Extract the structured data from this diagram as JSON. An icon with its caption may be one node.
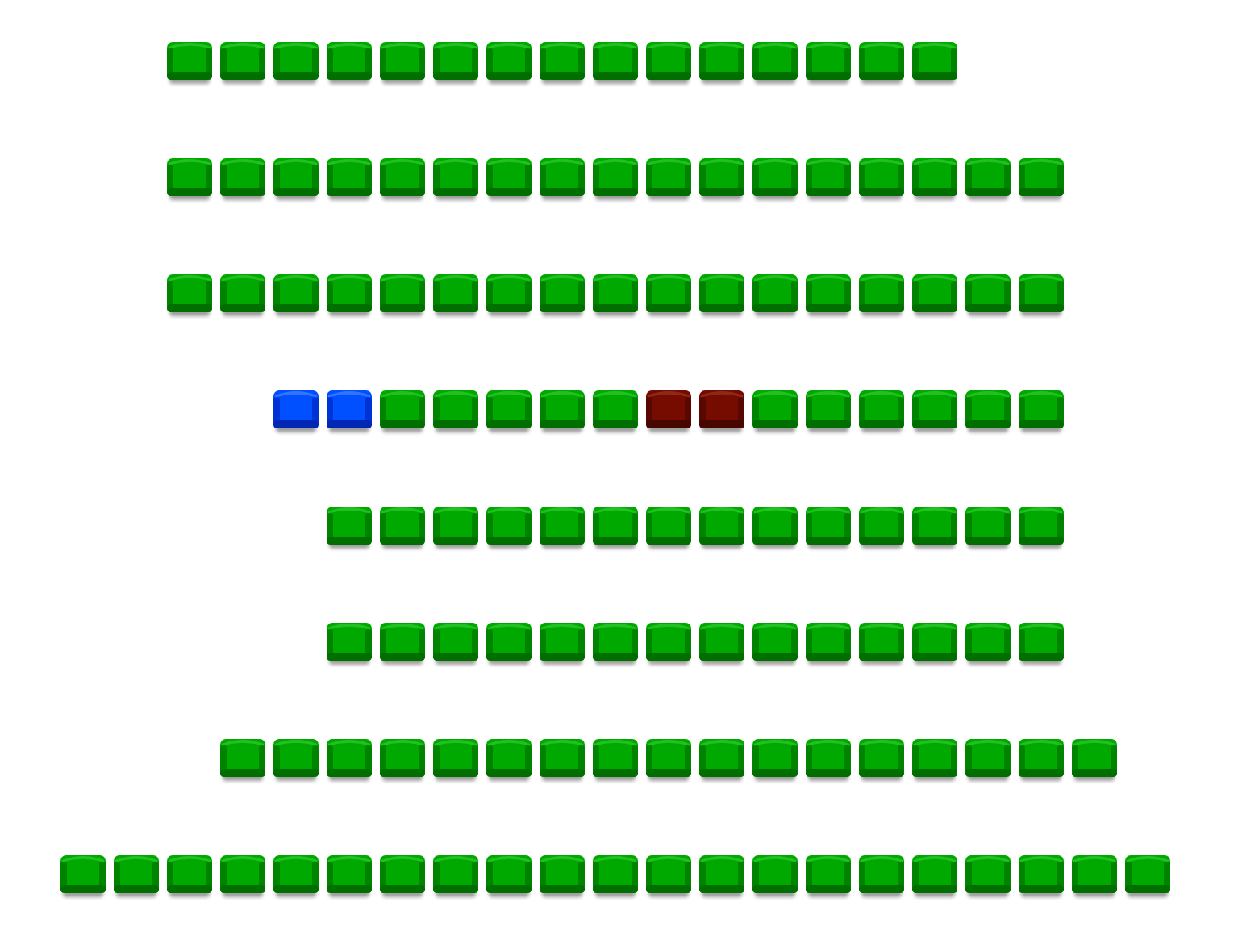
{
  "diagram": {
    "nodes": [
      {
        "text": [],
        "shape": "box"
      },
      {
        "text": [],
        "shape": "box"
      },
      {
        "text": [],
        "shape": "box"
      },
      {
        "text": [],
        "shape": "box"
      },
      {
        "text": [],
        "shape": "box"
      },
      {
        "text": [],
        "shape": "box"
      },
      {
        "text": [],
        "shape": "box"
      },
      {
        "text": [],
        "shape": "box"
      },
      {
        "text": [],
        "shape": "box"
      },
      {
        "text": [],
        "shape": "box"
      },
      {
        "text": [],
        "shape": "box"
      },
      {
        "text": [],
        "shape": "box"
      },
      {
        "text": [],
        "shape": "box"
      },
      {
        "text": [],
        "shape": "box"
      },
      {
        "text": [],
        "shape": "box"
      },
      {
        "text": [],
        "shape": "box"
      },
      {
        "text": [],
        "shape": "box"
      },
      {
        "text": [],
        "shape": "box"
      },
      {
        "text": [],
        "shape": "box"
      },
      {
        "text": [],
        "shape": "box"
      },
      {
        "text": [],
        "shape": "box"
      },
      {
        "text": [],
        "shape": "box"
      },
      {
        "text": [],
        "shape": "box"
      },
      {
        "text": [],
        "shape": "box"
      },
      {
        "text": [],
        "shape": "box"
      },
      {
        "text": [],
        "shape": "box"
      },
      {
        "text": [],
        "shape": "box"
      },
      {
        "text": [],
        "shape": "box"
      },
      {
        "text": [],
        "shape": "box"
      },
      {
        "text": [],
        "shape": "box"
      },
      {
        "text": [],
        "shape": "box"
      },
      {
        "text": [],
        "shape": "box"
      },
      {
        "text": [],
        "shape": "box"
      },
      {
        "text": [],
        "shape": "box"
      },
      {
        "text": [],
        "shape": "box"
      },
      {
        "text": [],
        "shape": "box"
      },
      {
        "text": [],
        "shape": "box"
      },
      {
        "text": [],
        "shape": "box"
      },
      {
        "text": [],
        "shape": "box"
      },
      {
        "text": [],
        "shape": "box"
      },
      {
        "text": [],
        "shape": "box"
      },
      {
        "text": [],
        "shape": "box"
      },
      {
        "text": [],
        "shape": "box"
      },
      {
        "text": [],
        "shape": "box"
      },
      {
        "text": [],
        "shape": "box"
      },
      {
        "text": [],
        "shape": "box"
      },
      {
        "text": [],
        "shape": "box"
      },
      {
        "text": [],
        "shape": "box"
      },
      {
        "text": [],
        "shape": "box"
      },
      {
        "text": [],
        "shape": "box"
      },
      {
        "text": [],
        "shape": "box"
      },
      {
        "text": [],
        "shape": "box"
      },
      {
        "text": [],
        "shape": "box"
      },
      {
        "text": [],
        "shape": "box"
      },
      {
        "text": [],
        "shape": "box"
      },
      {
        "text": [],
        "shape": "box"
      },
      {
        "text": [],
        "shape": "box"
      },
      {
        "text": [],
        "shape": "box"
      },
      {
        "text": [],
        "shape": "box"
      },
      {
        "text": [],
        "shape": "box"
      },
      {
        "text": [],
        "shape": "box"
      },
      {
        "text": [],
        "shape": "box"
      },
      {
        "text": [],
        "shape": "box"
      },
      {
        "text": [],
        "shape": "box"
      },
      {
        "text": [],
        "shape": "box"
      },
      {
        "text": [],
        "shape": "box"
      },
      {
        "text": [],
        "shape": "box"
      },
      {
        "text": [],
        "shape": "box"
      },
      {
        "text": [],
        "shape": "box"
      },
      {
        "text": [],
        "shape": "box"
      },
      {
        "text": [],
        "shape": "box"
      },
      {
        "text": [],
        "shape": "box"
      },
      {
        "text": [],
        "shape": "box"
      },
      {
        "text": [],
        "shape": "box"
      },
      {
        "text": [],
        "shape": "box"
      },
      {
        "text": [],
        "shape": "box"
      },
      {
        "text": [],
        "shape": "box"
      },
      {
        "text": [],
        "shape": "box"
      },
      {
        "text": [],
        "shape": "box"
      },
      {
        "text": [],
        "shape": "box"
      },
      {
        "text": [],
        "shape": "box"
      },
      {
        "text": [],
        "shape": "box"
      },
      {
        "text": [],
        "shape": "box"
      },
      {
        "text": [],
        "shape": "box"
      },
      {
        "text": [],
        "shape": "box"
      },
      {
        "text": [],
        "shape": "box"
      },
      {
        "text": [],
        "shape": "box"
      },
      {
        "text": [],
        "shape": "box"
      },
      {
        "text": [],
        "shape": "box"
      },
      {
        "text": [],
        "shape": "box"
      },
      {
        "text": [],
        "shape": "box"
      },
      {
        "text": [],
        "shape": "box"
      },
      {
        "text": [],
        "shape": "box"
      },
      {
        "text": [],
        "shape": "box"
      },
      {
        "text": [],
        "shape": "box"
      },
      {
        "text": [],
        "shape": "box"
      },
      {
        "text": [],
        "shape": "box"
      },
      {
        "text": [],
        "shape": "box"
      },
      {
        "text": [],
        "shape": "box"
      },
      {
        "text": [],
        "shape": "box"
      },
      {
        "text": [],
        "shape": "box"
      },
      {
        "text": [],
        "shape": "box"
      },
      {
        "text": [],
        "shape": "box"
      },
      {
        "text": [],
        "shape": "box"
      },
      {
        "text": [],
        "shape": "box"
      },
      {
        "text": [],
        "shape": "box"
      },
      {
        "text": [],
        "shape": "box"
      },
      {
        "text": [],
        "shape": "box"
      },
      {
        "text": [],
        "shape": "box"
      },
      {
        "text": [],
        "shape": "box"
      },
      {
        "text": [],
        "shape": "box"
      },
      {
        "text": [],
        "shape": "box"
      },
      {
        "text": [],
        "shape": "box"
      },
      {
        "text": [],
        "shape": "box"
      },
      {
        "text": [],
        "shape": "box"
      },
      {
        "text": [],
        "shape": "box"
      },
      {
        "text": [],
        "shape": "box"
      },
      {
        "text": [],
        "shape": "box"
      },
      {
        "text": [],
        "shape": "box"
      },
      {
        "text": [],
        "shape": "box"
      },
      {
        "text": [],
        "shape": "box"
      },
      {
        "text": [],
        "shape": "box"
      },
      {
        "text": [],
        "shape": "box"
      },
      {
        "text": [],
        "shape": "box"
      },
      {
        "text": [],
        "shape": "box"
      },
      {
        "text": [],
        "shape": "box"
      },
      {
        "text": [],
        "shape": "box"
      },
      {
        "text": [],
        "shape": "box"
      },
      {
        "text": [],
        "shape": "box"
      },
      {
        "text": [],
        "shape": "box"
      }
    ]
  }
}
